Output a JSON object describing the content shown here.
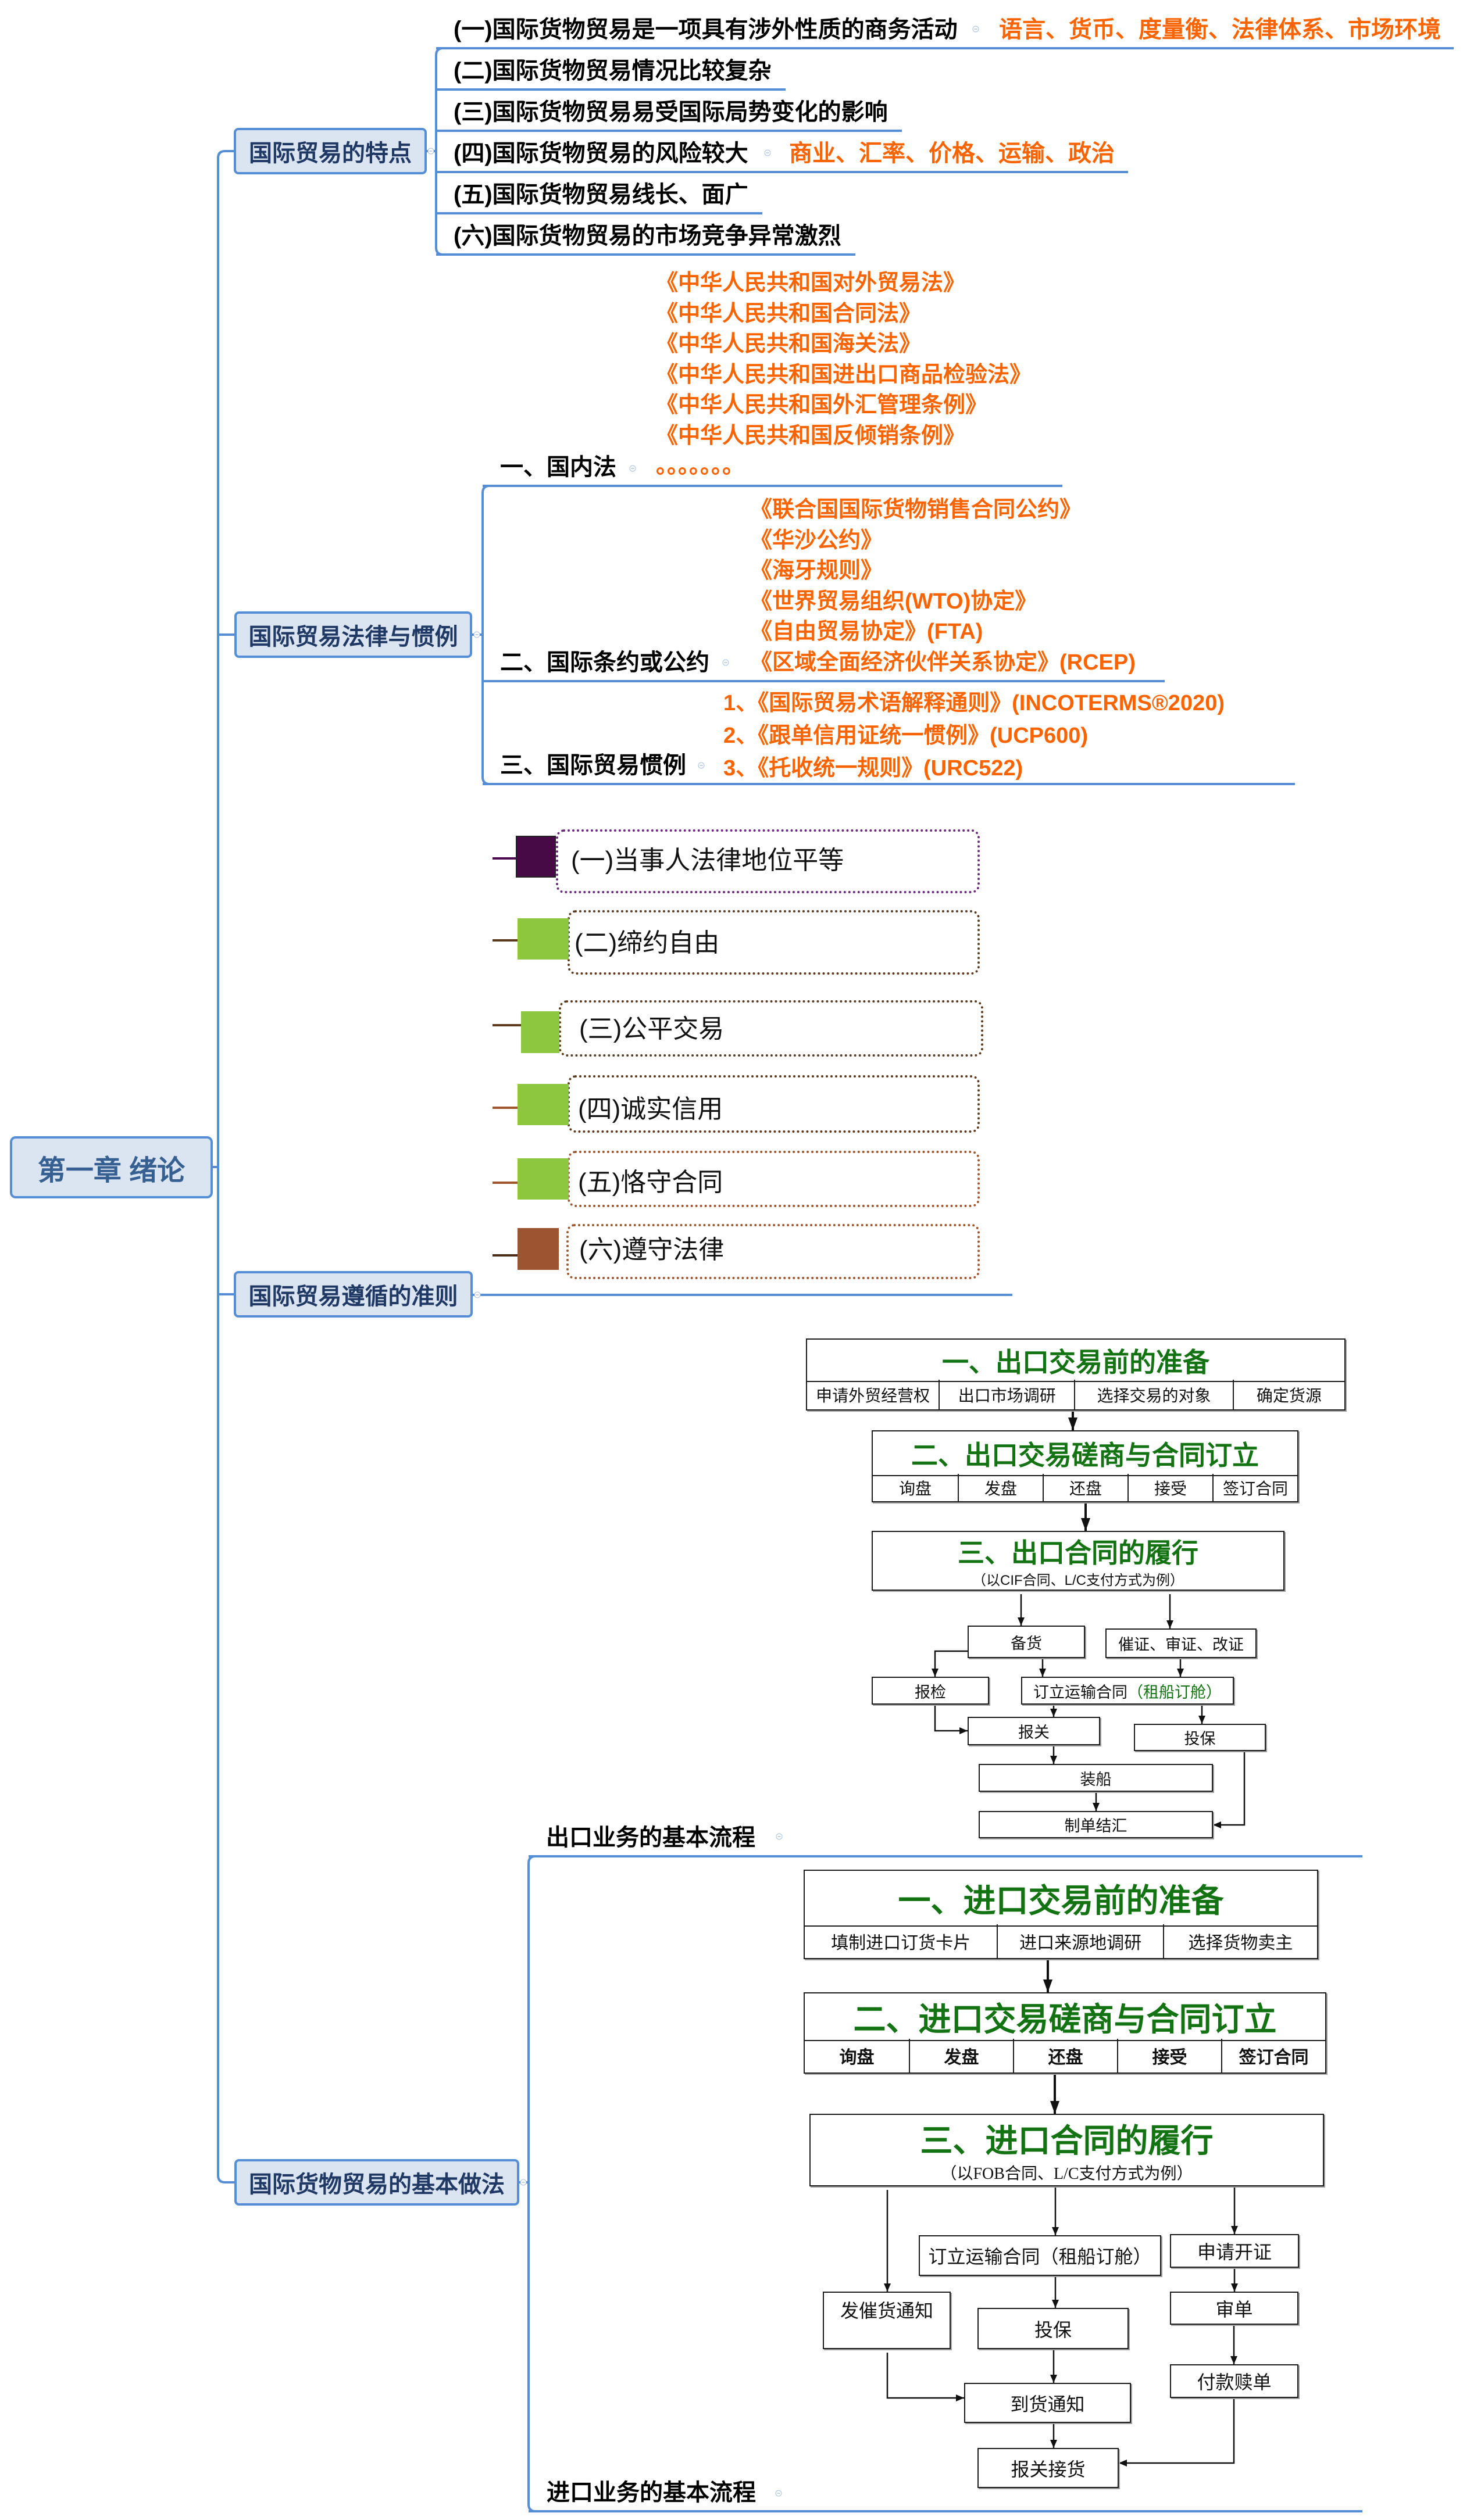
{
  "colors": {
    "connector": "#558ed5",
    "topic_fill": "#dbe5f1",
    "root_text": "#366092",
    "topic_text": "#1f3864",
    "detail_text": "#fa6400",
    "flow_title": "#137313"
  },
  "root": {
    "title": "第一章 绪论"
  },
  "characteristics": {
    "title": "国际贸易的特点",
    "items": [
      {
        "text": "(一)国际货物贸易是一项具有涉外性质的商务活动",
        "detail": "语言、货币、度量衡、法律体系、市场环境"
      },
      {
        "text": "(二)国际货物贸易情况比较复杂"
      },
      {
        "text": "(三)国际货物贸易易受国际局势变化的影响"
      },
      {
        "text": "(四)国际货物贸易的风险较大",
        "detail": "商业、汇率、价格、运输、政治"
      },
      {
        "text": "(五)国际货物贸易线长、面广"
      },
      {
        "text": "(六)国际货物贸易的市场竞争异常激烈"
      }
    ]
  },
  "law": {
    "title": "国际贸易法律与惯例",
    "groups": [
      {
        "label": "一、国内法",
        "items": [
          "《中华人民共和国对外贸易法》",
          "《中华人民共和国合同法》",
          "《中华人民共和国海关法》",
          "《中华人民共和国进出口商品检验法》",
          "《中华人民共和国外汇管理条例》",
          "《中华人民共和国反倾销条例》",
          "。。。。。。。"
        ]
      },
      {
        "label": "二、国际条约或公约",
        "items": [
          "《联合国国际货物销售合同公约》",
          "《华沙公约》",
          "《海牙规则》",
          "《世界贸易组织(WTO)协定》",
          "《自由贸易协定》(FTA)",
          "《区域全面经济伙伴关系协定》(RCEP)"
        ]
      },
      {
        "label": "三、国际贸易惯例",
        "items": [
          "1、《国际贸易术语解释通则》(INCOTERMS®2020)",
          "2、《跟单信用证统一惯例》(UCP600)",
          "3、《托收统一规则》(URC522)"
        ]
      }
    ]
  },
  "principles": {
    "title": "国际贸易遵循的准则",
    "items": [
      {
        "text": "(一)当事人法律地位平等",
        "marker_color": "#470a47",
        "line_color": "#4b0a4f",
        "border_color": "#6a2a78"
      },
      {
        "text": "(二)缔约自由",
        "marker_color": "#8dc63f",
        "line_color": "#5c3a1e",
        "border_color": "#5c3a1e"
      },
      {
        "text": "(三)公平交易",
        "marker_color": "#8dc63f",
        "line_color": "#5c3a1e",
        "border_color": "#5c3a1e"
      },
      {
        "text": "(四)诚实信用",
        "marker_color": "#8dc63f",
        "line_color": "#a0562d",
        "border_color": "#5c3a1e"
      },
      {
        "text": "(五)恪守合同",
        "marker_color": "#8dc63f",
        "line_color": "#a0562d",
        "border_color": "#a0562d"
      },
      {
        "text": "(六)遵守法律",
        "marker_color": "#9c5530",
        "line_color": "#4a2a14",
        "border_color": "#a0562d"
      }
    ]
  },
  "practice": {
    "title": "国际货物贸易的基本做法",
    "export": {
      "label": "出口业务的基本流程",
      "stage1": {
        "title": "一、出口交易前的准备",
        "steps": [
          "申请外贸经营权",
          "出口市场调研",
          "选择交易的对象",
          "确定货源"
        ]
      },
      "stage2": {
        "title": "二、出口交易磋商与合同订立",
        "steps": [
          "询盘",
          "发盘",
          "还盘",
          "接受",
          "签订合同"
        ]
      },
      "stage3": {
        "title": "三、出口合同的履行",
        "subtitle": "（以CIF合同、L/C支付方式为例）"
      },
      "nodes": {
        "prepare_goods": "备货",
        "lc_handling": "催证、审证、改证",
        "inspection": "报检",
        "shipping_contract": "订立运输合同",
        "shipping_contract_note": "（租船订舱）",
        "customs": "报关",
        "insurance": "投保",
        "loading": "装船",
        "settlement": "制单结汇"
      }
    },
    "import": {
      "label": "进口业务的基本流程",
      "stage1": {
        "title": "一、进口交易前的准备",
        "steps": [
          "填制进口订货卡片",
          "进口来源地调研",
          "选择货物卖主"
        ]
      },
      "stage2": {
        "title": "二、进口交易磋商与合同订立",
        "steps": [
          "询盘",
          "发盘",
          "还盘",
          "接受",
          "签订合同"
        ]
      },
      "stage3": {
        "title": "三、进口合同的履行",
        "subtitle": "（以FOB合同、L/C支付方式为例）"
      },
      "nodes": {
        "shipping_contract": "订立运输合同（租船订舱）",
        "open_lc": "申请开证",
        "urge_delivery": "发催货通知",
        "insurance": "投保",
        "review_docs": "审单",
        "payment": "付款赎单",
        "arrival_notice": "到货通知",
        "customs_pickup": "报关接货"
      }
    }
  }
}
